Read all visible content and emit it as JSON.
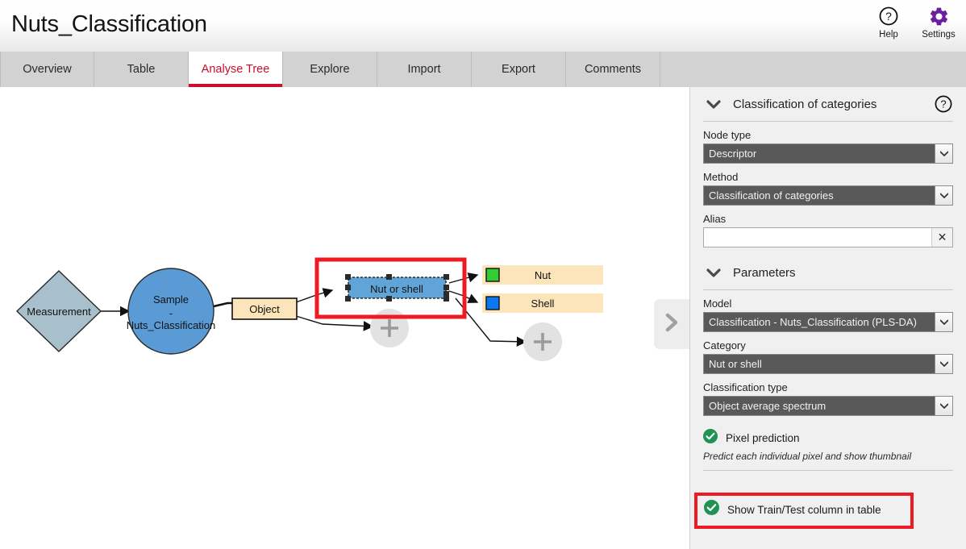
{
  "header": {
    "title": "Nuts_Classification",
    "actions": [
      {
        "label": "Help",
        "icon": "help-circle-icon"
      },
      {
        "label": "Settings",
        "icon": "gear-icon"
      }
    ]
  },
  "tabs": [
    {
      "label": "Overview",
      "active": false
    },
    {
      "label": "Table",
      "active": false
    },
    {
      "label": "Analyse Tree",
      "active": true
    },
    {
      "label": "Explore",
      "active": false
    },
    {
      "label": "Import",
      "active": false
    },
    {
      "label": "Export",
      "active": false
    },
    {
      "label": "Comments",
      "active": false
    }
  ],
  "canvas": {
    "collapse_handle_icon": "chevron-right-icon",
    "nodes": {
      "measurement": {
        "label": "Measurement",
        "shape": "diamond",
        "fill": "#a8c0cc"
      },
      "sample": {
        "line1": "Sample",
        "line2": "-",
        "line3": "Nuts_Classification",
        "shape": "circle",
        "fill": "#5b9bd5"
      },
      "object": {
        "label": "Object",
        "shape": "rect",
        "fill": "#fde5bb"
      },
      "nut_or_shell": {
        "label": "Nut or shell",
        "shape": "rect",
        "fill": "#61a5d8",
        "selected": true
      },
      "nut": {
        "label": "Nut",
        "swatch": "#33cc33",
        "fill": "#fde5bb"
      },
      "shell": {
        "label": "Shell",
        "swatch": "#0a78f0",
        "fill": "#fde5bb"
      },
      "add_1": {
        "label": "+",
        "shape": "circle",
        "fill": "#e2e2e2"
      },
      "add_2": {
        "label": "+",
        "shape": "circle",
        "fill": "#e2e2e2"
      }
    }
  },
  "panel": {
    "section1": {
      "title": "Classification of categories",
      "collapse_icon": "chevron-down-icon",
      "help_icon": "help-circle-icon",
      "fields": {
        "node_type": {
          "label": "Node type",
          "value": "Descriptor"
        },
        "method": {
          "label": "Method",
          "value": "Classification of categories"
        },
        "alias": {
          "label": "Alias",
          "value": "",
          "placeholder": ""
        }
      }
    },
    "section2": {
      "title": "Parameters",
      "collapse_icon": "chevron-down-icon",
      "fields": {
        "model": {
          "label": "Model",
          "value": "Classification - Nuts_Classification (PLS-DA)"
        },
        "category": {
          "label": "Category",
          "value": "Nut or shell"
        },
        "classification_type": {
          "label": "Classification type",
          "value": "Object average spectrum"
        }
      },
      "pixel_prediction": {
        "label": "Pixel prediction",
        "checked": true,
        "hint": "Predict each individual pixel and show thumbnail"
      },
      "show_train_test": {
        "label": "Show Train/Test column in table",
        "checked": true,
        "highlighted": true
      }
    }
  },
  "colors": {
    "accent_red": "#c8102e",
    "highlight_red": "#ee1b24",
    "check_green": "#1f9254",
    "gear_purple": "#6b1f9e",
    "panel_bg": "#f0f0f0",
    "tab_bg": "#d2d2d2",
    "select_bg": "#595959"
  }
}
